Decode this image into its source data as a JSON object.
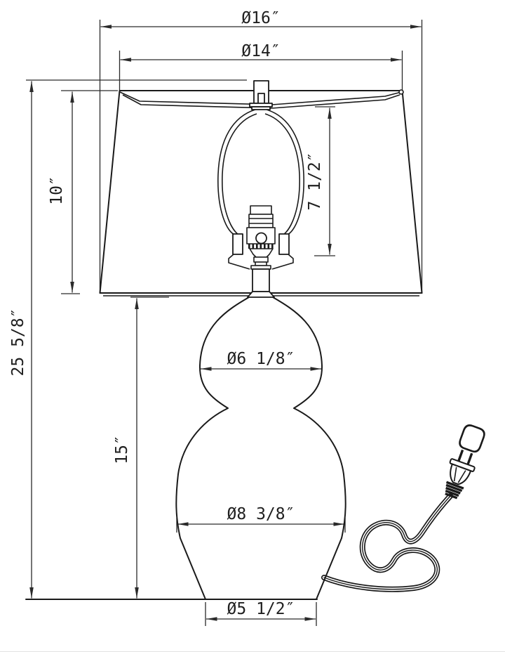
{
  "drawing": {
    "subject": "table-lamp-dimension-drawing",
    "background_color": "#ffffff",
    "line_color": "#1a1a1a",
    "dimension_labels": {
      "shade_bottom_diameter": "Ø16″",
      "shade_top_diameter": "Ø14″",
      "shade_height": "10″",
      "harp_height": "7 1/2″",
      "overall_height": "25 5/8″",
      "body_height": "15″",
      "body_upper_diameter": "Ø6 1/8″",
      "body_lower_diameter": "Ø8 3/8″",
      "base_diameter": "Ø5 1/2″"
    },
    "parts": [
      "lamp shade",
      "finial",
      "harp",
      "socket with switch knob",
      "neck pipe",
      "double-gourd body",
      "base",
      "power cord",
      "two-prong plug"
    ]
  }
}
